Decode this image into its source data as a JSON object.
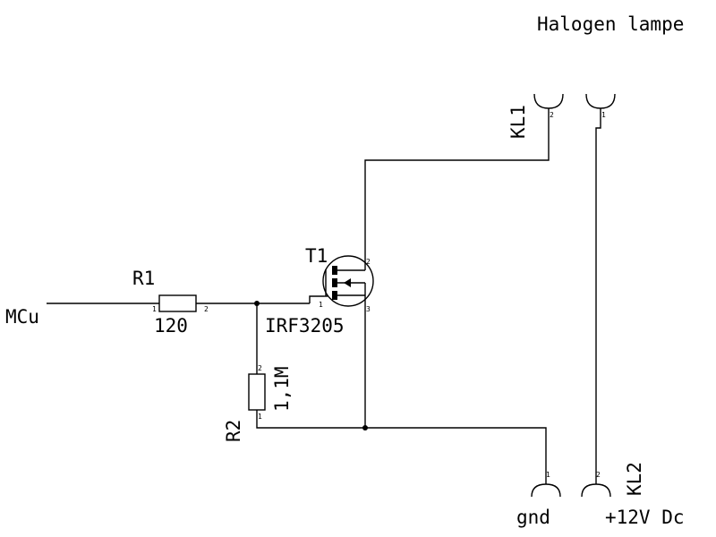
{
  "title": "Halogen lampe",
  "net_label_input": "MCu",
  "r1": {
    "ref": "R1",
    "value": "120",
    "pin_left": "1",
    "pin_right": "2"
  },
  "r2": {
    "ref": "R2",
    "value": "1,1M",
    "pin_top": "2",
    "pin_bottom": "1"
  },
  "t1": {
    "ref": "T1",
    "value": "IRF3205",
    "pin_gate": "1",
    "pin_drain": "2",
    "pin_source": "3"
  },
  "kl1": {
    "ref": "KL1",
    "pin_a": "2",
    "pin_b": "1"
  },
  "kl2": {
    "ref": "KL2",
    "pin_a": "1",
    "pin_b": "2",
    "label_gnd": "gnd",
    "label_supply": "+12V Dc"
  }
}
